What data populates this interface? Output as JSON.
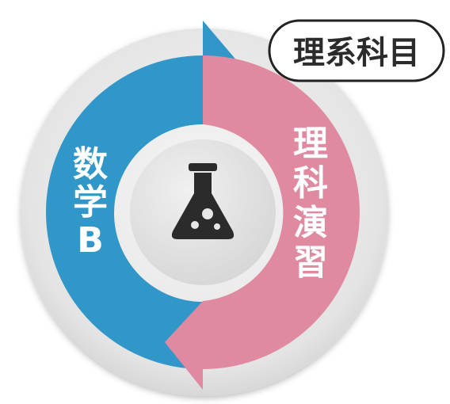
{
  "badge": {
    "label": "理系科目"
  },
  "left_segment": {
    "chars": [
      "数",
      "学",
      "B"
    ],
    "color": "#3197c8"
  },
  "right_segment": {
    "chars": [
      "理",
      "科",
      "演",
      "習"
    ],
    "color": "#df8aa0"
  },
  "center": {
    "icon": "flask-icon"
  },
  "colors": {
    "ring": "#e2e2e2",
    "center_disc": "#e7e7e7",
    "icon": "#2b2b2b",
    "badge_text": "#2b2b2b"
  }
}
